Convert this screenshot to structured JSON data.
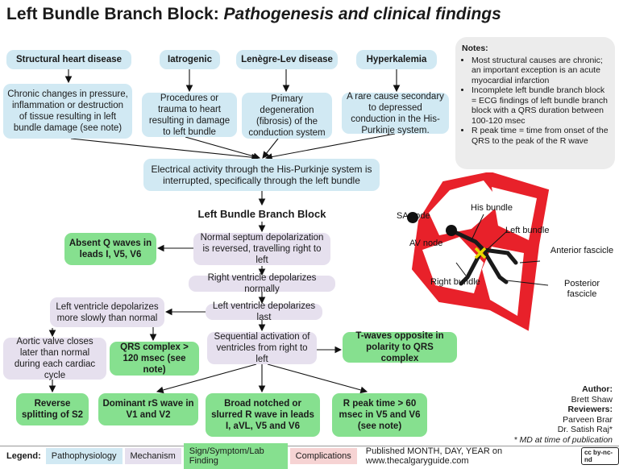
{
  "title": {
    "main": "Left Bundle Branch Block:",
    "sub": "Pathogenesis and clinical findings"
  },
  "causes": {
    "structural": "Structural heart disease",
    "iatrogenic": "Iatrogenic",
    "lenegre": "Lenègre-Lev disease",
    "hyperkalemia": "Hyperkalemia"
  },
  "cause_details": {
    "structural": "Chronic changes in pressure, inflammation or destruction of tissue resulting in left bundle damage (see note)",
    "iatrogenic": "Procedures or trauma to heart resulting in damage to left bundle",
    "lenegre": "Primary degeneration (fibrosis) of the conduction system",
    "hyperkalemia": "A rare cause secondary to depressed conduction in the His-Purkinje system."
  },
  "electrical": "Electrical activity through the His-Purkinje system is interrupted, specifically through the left bundle",
  "lbbb": "Left Bundle Branch Block",
  "septum": "Normal septum depolarization is reversed, travelling right to left",
  "absent_q": "Absent Q waves in leads I, V5, V6",
  "rv_depol": "Right ventricle depolarizes normally",
  "lv_depol_last": "Left ventricle depolarizes last",
  "lv_slow": "Left ventricle depolarizes more slowly than normal",
  "sequential": "Sequential activation of ventricles from right to left",
  "twaves": "T-waves opposite in polarity to QRS complex",
  "aortic": "Aortic valve closes later than normal during each cardiac cycle",
  "qrs": "QRS complex > 120 msec (see note)",
  "reverse_s2": "Reverse splitting of S2",
  "dominant_rs": "Dominant rS wave in V1 and V2",
  "broad_r": "Broad notched or slurred R wave in leads I, aVL, V5 and V6",
  "r_peak": "R peak time > 60 msec in V5 and V6 (see note)",
  "notes": {
    "title": "Notes:",
    "items": [
      "Most structural causes are chronic; an important exception is an acute myocardial infarction",
      "Incomplete left bundle branch block = ECG findings of left bundle branch block with a QRS duration between 100-120 msec",
      "R peak time = time from onset of the QRS to the peak of the R wave"
    ]
  },
  "heart_labels": {
    "sa_node": "SA node",
    "av_node": "AV node",
    "his_bundle": "His bundle",
    "left_bundle": "Left bundle",
    "right_bundle": "Right bundle",
    "anterior": "Anterior fascicle",
    "posterior": "Posterior fascicle"
  },
  "credits": {
    "author_h": "Author:",
    "author": "Brett Shaw",
    "reviewers_h": "Reviewers:",
    "reviewer1": "Parveen Brar",
    "reviewer2": "Dr. Satish Raj*",
    "footnote": "* MD at time of publication"
  },
  "legend": {
    "label": "Legend:",
    "patho": "Pathophysiology",
    "mech": "Mechanism",
    "sign": "Sign/Symptom/Lab Finding",
    "comp": "Complications",
    "published": "Published MONTH, DAY, YEAR on www.thecalgaryguide.com"
  },
  "colors": {
    "pathophysiology": "#d1e9f3",
    "mechanism": "#e6e0ee",
    "sign": "#86e08f",
    "complications": "#f6d3d3",
    "heart": "#e8212a"
  }
}
